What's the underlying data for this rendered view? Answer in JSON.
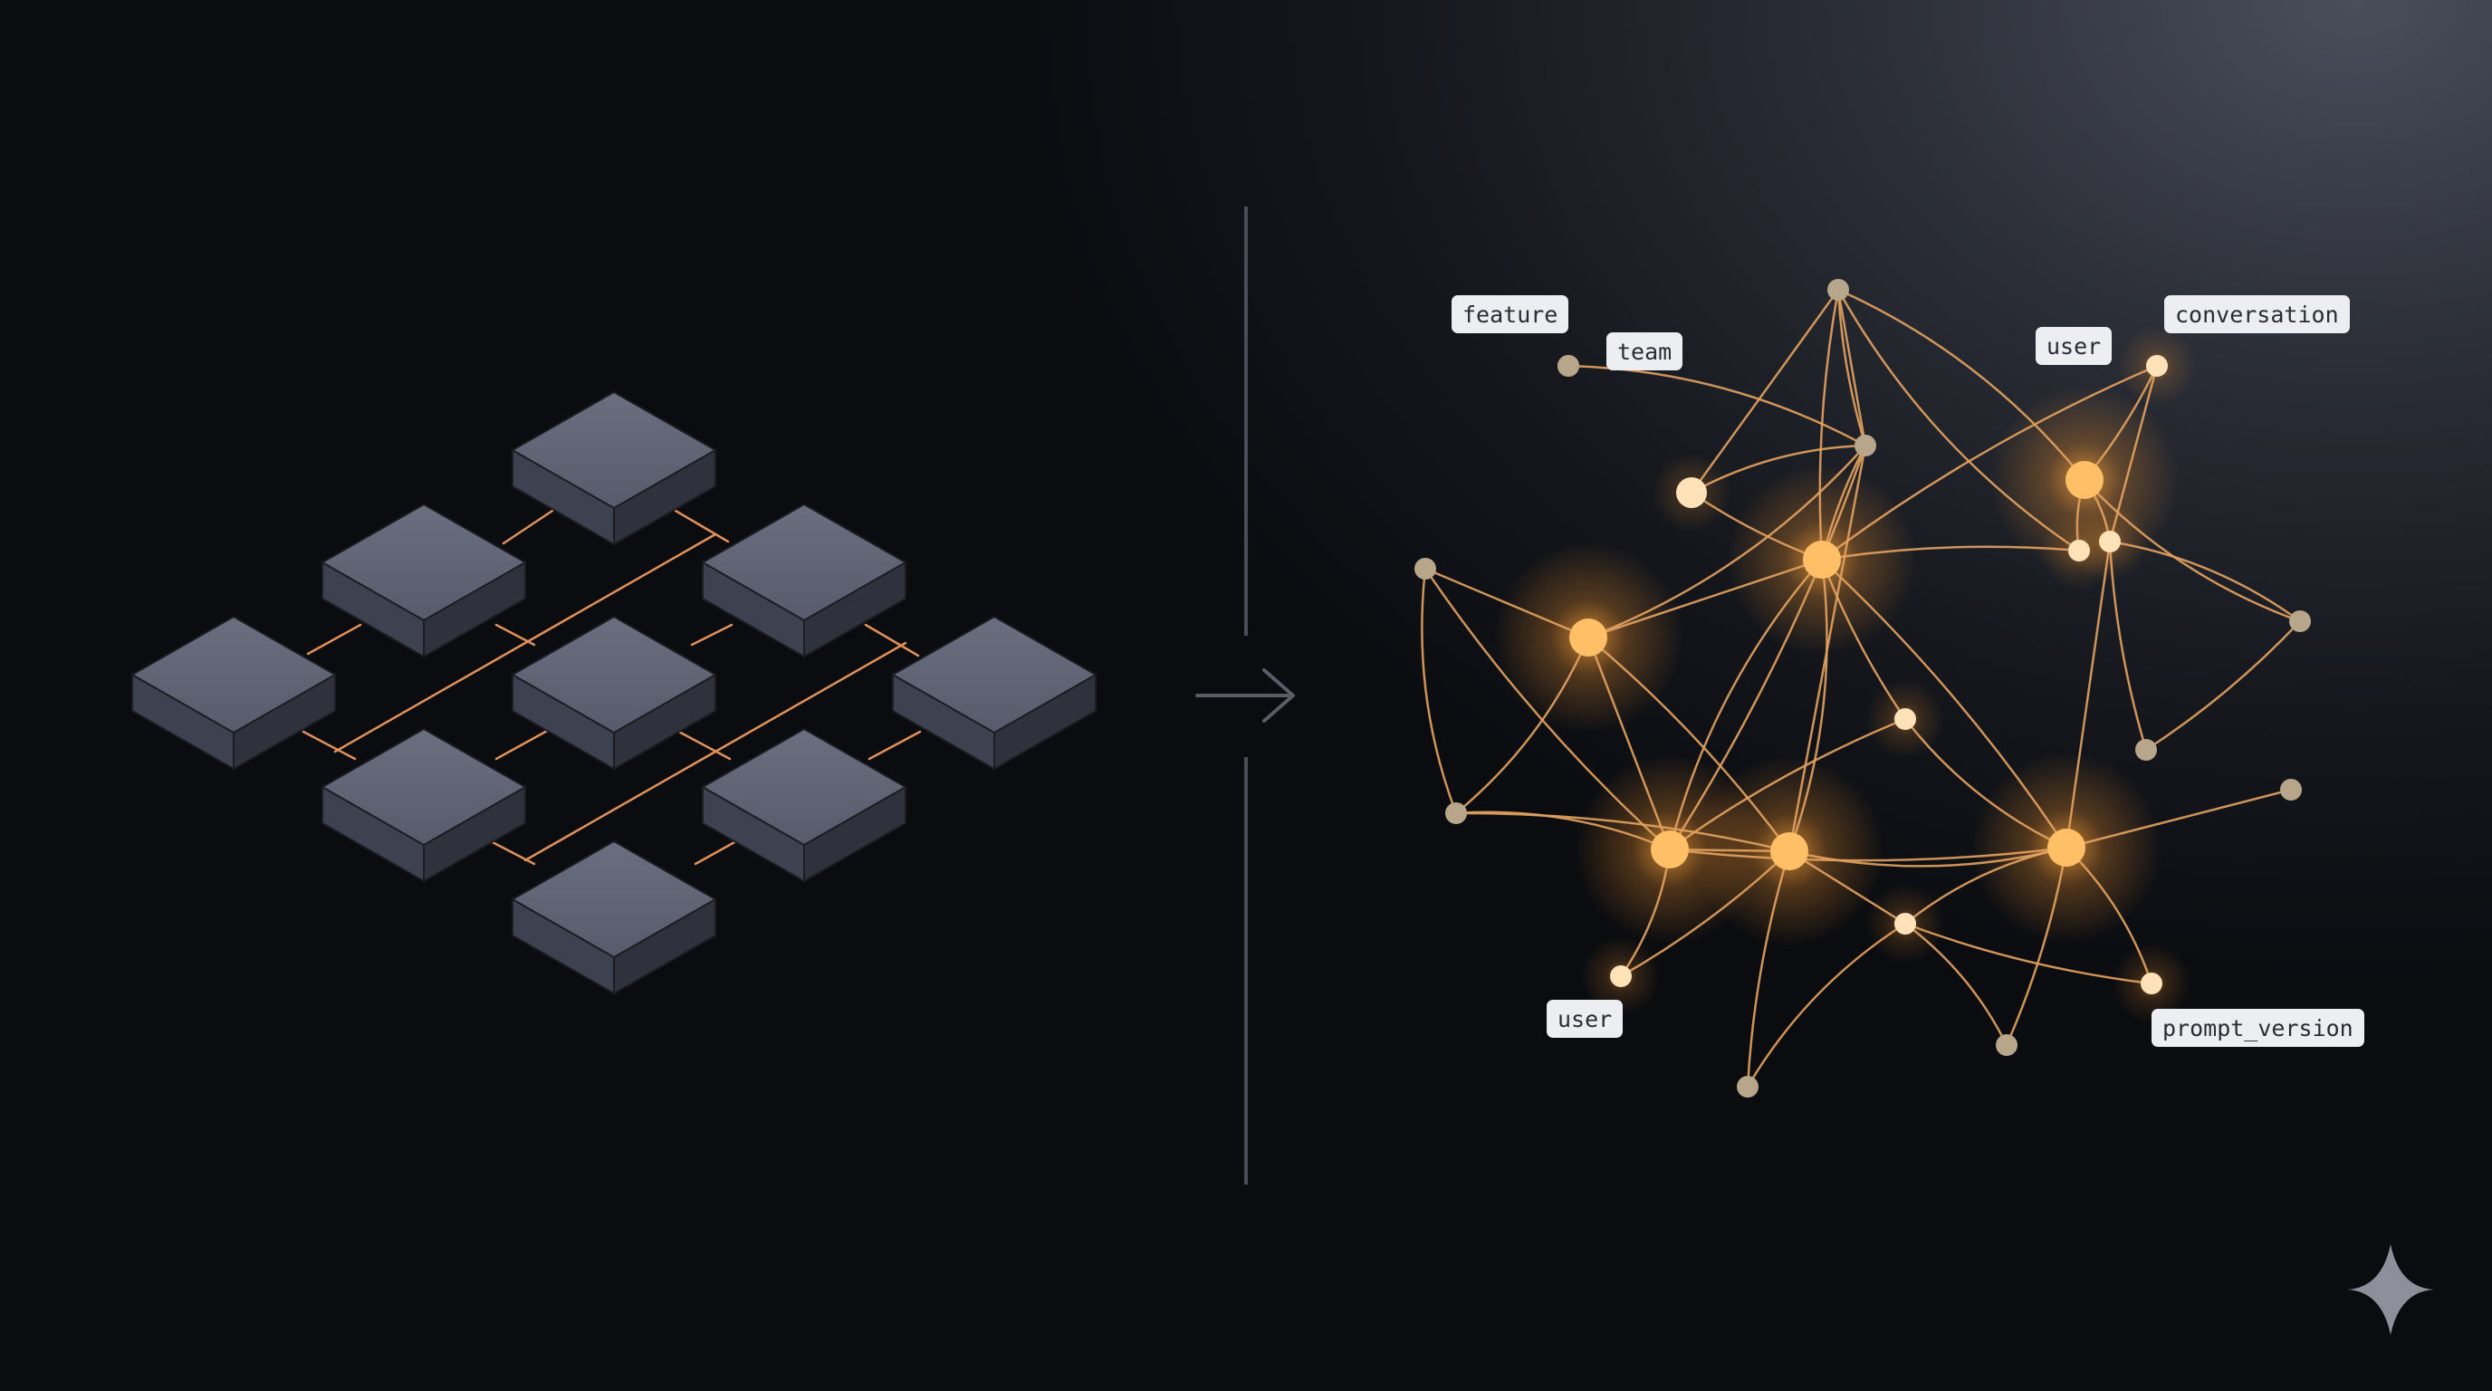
{
  "diagram": {
    "left_panel": {
      "kind": "isometric-grid",
      "block_count": 9,
      "colors": {
        "block_top": "#5f6475",
        "block_left_side": "#3e4250",
        "block_right_side": "#2f323d",
        "connector": "#e0915a"
      }
    },
    "divider": {
      "color": "#4a4d57",
      "arrow_icon": "arrow-right-icon"
    },
    "right_panel": {
      "kind": "knowledge-graph",
      "colors": {
        "edge": "#e3a25f",
        "hub": "#ffbf66",
        "node_light": "#ffe2b8",
        "node_muted": "#b8a68b",
        "glow": "#ffa940"
      },
      "labels": [
        {
          "id": "feature",
          "text": "feature"
        },
        {
          "id": "team",
          "text": "team"
        },
        {
          "id": "user_top",
          "text": "user"
        },
        {
          "id": "conversation",
          "text": "conversation"
        },
        {
          "id": "user_bottom",
          "text": "user"
        },
        {
          "id": "prompt_version",
          "text": "prompt_version"
        }
      ]
    },
    "watermark": {
      "icon": "sparkle-icon",
      "color": "#8d909a"
    }
  }
}
